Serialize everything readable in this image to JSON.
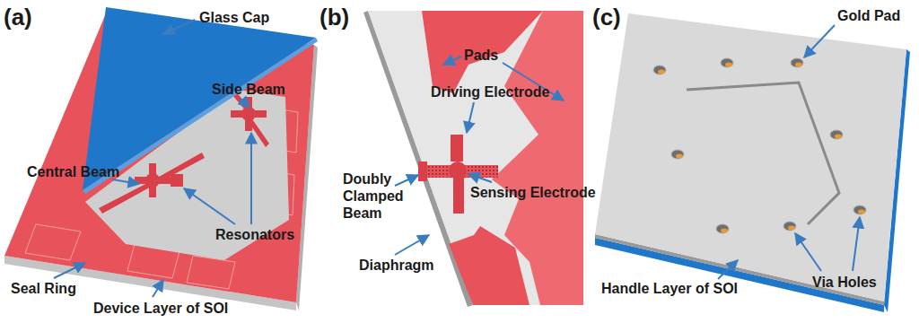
{
  "diagram": {
    "labels": [
      "(a)",
      "Glass Cap",
      "Side Beam",
      "Central Beam",
      "Resonators",
      "Seal Ring",
      "Device Layer of SOI",
      "(b)",
      "Pads",
      "Driving Electrode",
      "Doubly Clamped Beam",
      "Sensing Electrode",
      "Diaphragm",
      "(c)",
      "Gold Pad",
      "Handle Layer of SOI",
      "Via Holes"
    ]
  }
}
